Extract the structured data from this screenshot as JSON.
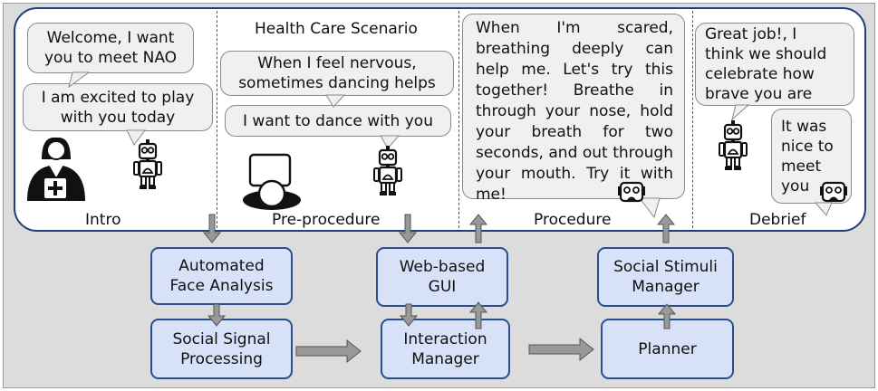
{
  "scenario_title": "Health Care Scenario",
  "phases": {
    "intro": "Intro",
    "pre_procedure": "Pre-procedure",
    "procedure": "Procedure",
    "debrief": "Debrief"
  },
  "bubbles": {
    "welcome": "Welcome, I want\nyou to meet NAO",
    "excited": "I am excited to play\nwith you today",
    "nervous": "When I feel nervous,\nsometimes dancing helps",
    "dance": "I want to dance with you",
    "breathing": "When I'm scared, breathing deeply can help me. Let's try this together! Breathe in through your nose, hold your breath for two seconds, and out through your mouth. Try it with me!",
    "great_job": "Great job!, I\nthink we should\ncelebrate how\nbrave you are",
    "nice_meet": "It was\nnice to\nmeet\nyou"
  },
  "components": {
    "face_analysis": "Automated\nFace Analysis",
    "social_signal": "Social Signal\nProcessing",
    "web_gui": "Web-based\nGUI",
    "interaction_manager": "Interaction\nManager",
    "social_stimuli": "Social Stimuli\nManager",
    "planner": "Planner"
  },
  "icons": [
    "doctor-icon",
    "robot-icon",
    "child-tablet-icon",
    "arrow-icon"
  ],
  "colors": {
    "panel_border": "#1f3f7a",
    "box_fill": "#d7e1f7",
    "box_border": "#2a4e8f",
    "arrow_fill": "#999999",
    "background": "#dcdcdc"
  }
}
